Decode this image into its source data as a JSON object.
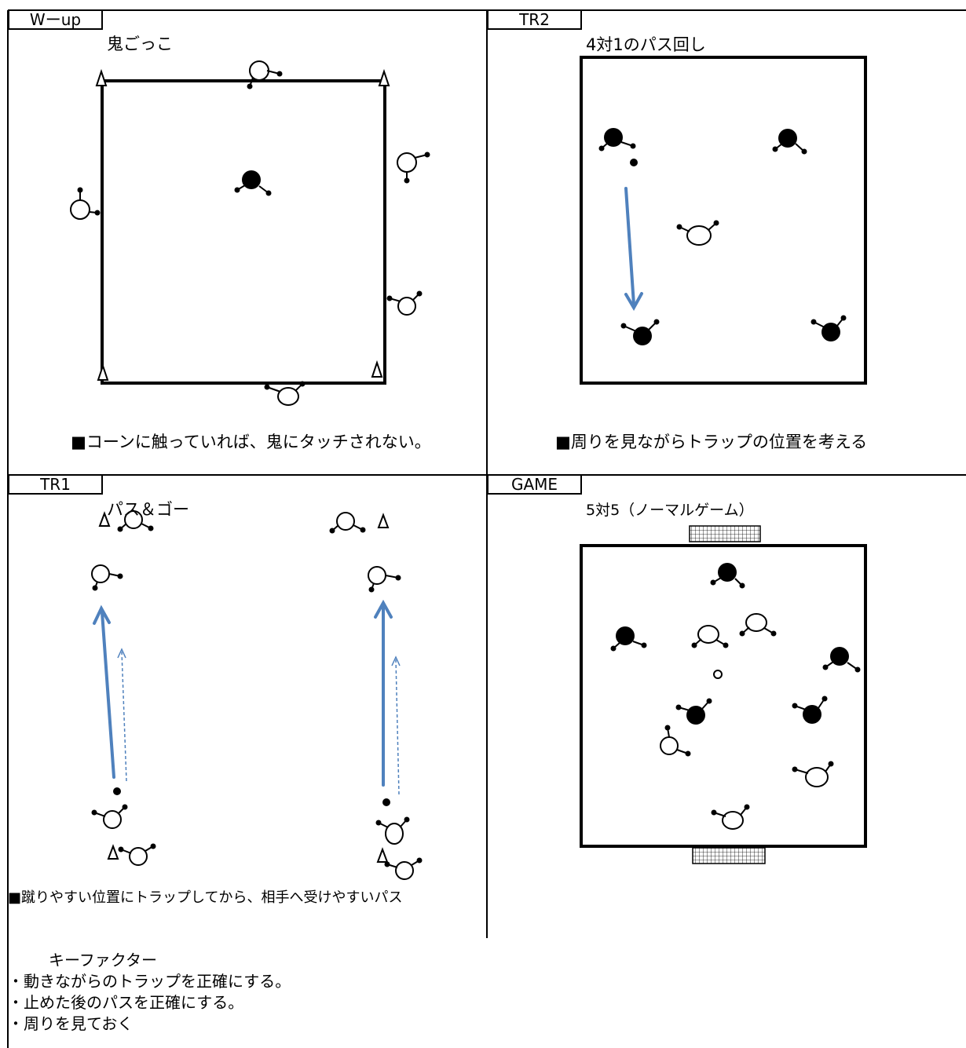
{
  "panels": {
    "wup": {
      "tab": "Wーup",
      "title": "鬼ごっこ",
      "note": "■コーンに触っていれば、鬼にタッチされない。"
    },
    "tr2": {
      "tab": "TR2",
      "title": "4対1のパス回し",
      "note": "■周りを見ながらトラップの位置を考える"
    },
    "tr1": {
      "tab": "TR1",
      "title": "パス＆ゴー",
      "note": "■蹴りやすい位置にトラップしてから、相手へ受けやすいパス"
    },
    "game": {
      "tab": "GAME",
      "title": "5対5（ノーマルゲーム）"
    }
  },
  "key_factors": {
    "heading": "キーファクター",
    "items": [
      "・動きながらのトラップを正確にする。",
      "・止めた後のパスを正確にする。",
      "・周りを見ておく"
    ]
  },
  "colors": {
    "arrow": "#4F81BD",
    "line": "#000000"
  }
}
